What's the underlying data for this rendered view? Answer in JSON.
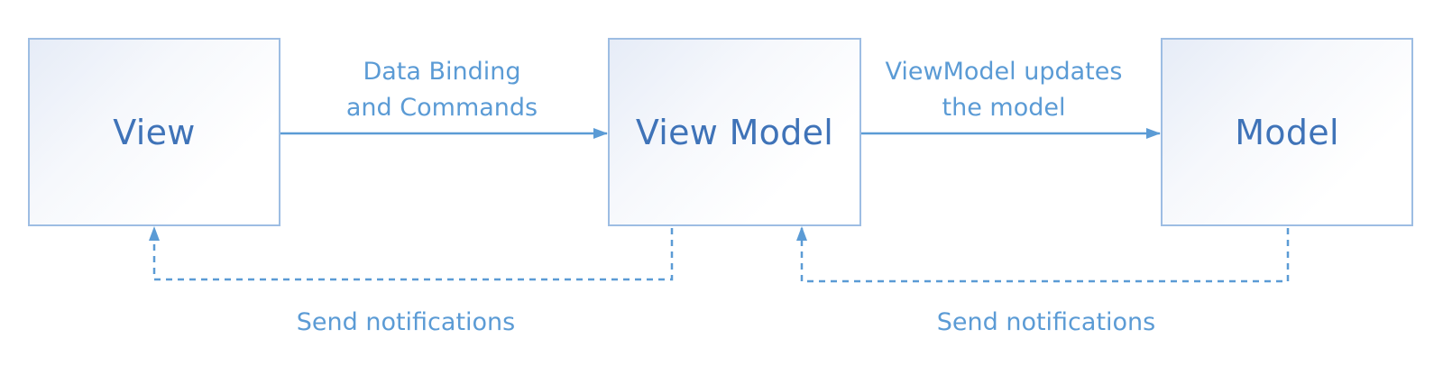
{
  "nodes": {
    "view": "View",
    "view_model": "View Model",
    "model": "Model"
  },
  "edges": {
    "binding": [
      "Data Binding",
      "and Commands"
    ],
    "updates": [
      "ViewModel updates",
      "the model"
    ],
    "notify_view": "Send notifications",
    "notify_view_model": "Send notifications"
  },
  "colors": {
    "box_border": "#9dbde3",
    "node_text": "#3f73b8",
    "label_text": "#5b9bd5",
    "arrow": "#5b9bd5"
  }
}
